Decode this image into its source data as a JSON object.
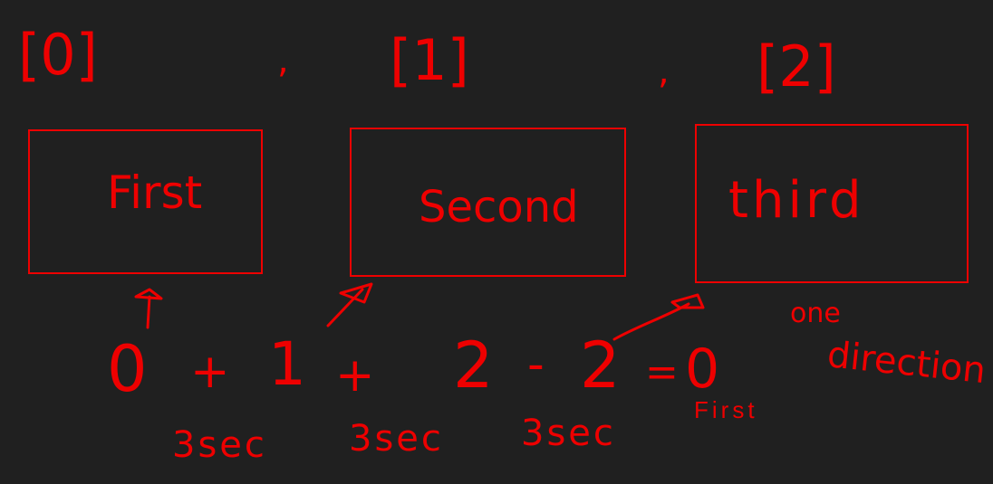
{
  "colors": {
    "background": "#202020",
    "ink": "#ee0000"
  },
  "indices": [
    {
      "label": "[0]"
    },
    {
      "label": "[1]"
    },
    {
      "label": "[2]"
    }
  ],
  "separators": [
    ",",
    ","
  ],
  "boxes": [
    {
      "label": "First"
    },
    {
      "label": "Second"
    },
    {
      "label": "third"
    }
  ],
  "equation": {
    "terms": [
      "0",
      "+",
      "1",
      "+",
      "2",
      "-",
      "2",
      "=",
      "0"
    ],
    "result_note": "First"
  },
  "durations": [
    "3sec",
    "3sec",
    "3sec"
  ],
  "side_note": {
    "line1": "one",
    "line2": "direction"
  }
}
